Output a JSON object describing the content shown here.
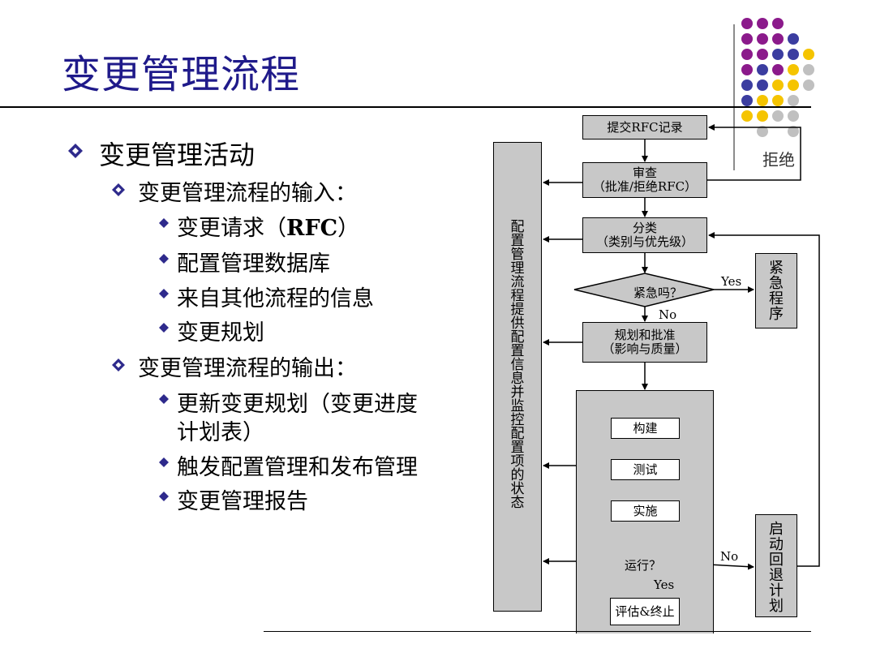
{
  "slide": {
    "title": "变更管理流程",
    "bullet_l1": "变更管理活动",
    "input_heading": "变更管理流程的输入：",
    "inputs": [
      "变更请求（",
      "配置管理数据库",
      "来自其他流程的信息",
      "变更规划"
    ],
    "rfc_bold": "RFC",
    "rfc_close": "）",
    "output_heading": "变更管理流程的输出：",
    "outputs": [
      "更新变更规划（变更进度",
      "计划表）",
      "触发配置管理和发布管理",
      "变更管理报告"
    ]
  },
  "diagram": {
    "submit": "提交RFC记录",
    "reject": "拒绝",
    "review_title": "审查",
    "review_sub": "（批准/拒绝RFC）",
    "classify_title": "分类",
    "classify_sub": "（类别与优先级）",
    "urgent_q": "紧急吗？",
    "yes1": "Yes",
    "no1": "No",
    "urgent_proc": "紧急程序",
    "plan_title": "规划和批准",
    "plan_sub": "（影响与质量）",
    "build": "构建",
    "test": "测试",
    "implement": "实施",
    "run_q": "运行？",
    "no2": "No",
    "yes2": "Yes",
    "evaluate": "评估&终止",
    "rollback": "启动回退计划",
    "config_side": "配置管理流程提供配置信息并监控配置项的状态"
  },
  "colors": {
    "title": "#1f1a8a",
    "bullet_diamond": "#2e2a8c",
    "box_fill": "#c8c8c8",
    "purple": "#8b1a8b",
    "blue": "#3b3da0",
    "yellow": "#f5c400",
    "gray": "#c0c0c0"
  },
  "decor_dot_rows": [
    [
      "purple",
      "purple",
      "purple"
    ],
    [
      "purple",
      "purple",
      "purple",
      "blue"
    ],
    [
      "purple",
      "purple",
      "blue",
      "blue",
      "yellow"
    ],
    [
      "purple",
      "blue",
      "purple",
      "yellow",
      "gray"
    ],
    [
      "blue",
      "blue",
      "yellow",
      "yellow",
      "gray"
    ],
    [
      "blue",
      "yellow",
      "yellow",
      "gray"
    ],
    [
      "yellow",
      "yellow",
      "gray",
      "gray"
    ],
    [
      "gray",
      "gray"
    ]
  ]
}
